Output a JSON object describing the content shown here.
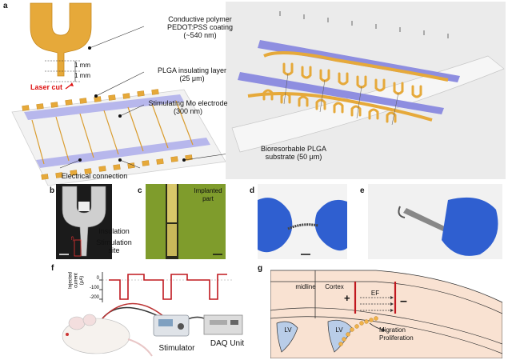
{
  "panels": {
    "a": {
      "letter": "a",
      "dims": [
        "1 mm",
        "1 mm"
      ],
      "laser_cut": "Laser cut",
      "labels": {
        "pedot": [
          "Conductive polymer",
          "PEDOT:PSS coating",
          "(~540 nm)"
        ],
        "plga_ins": [
          "PLGA insulating layer",
          "(25 μm)"
        ],
        "mo": [
          "Stimulating Mo electrode",
          "(300 nm)"
        ],
        "substrate": [
          "Bioresorbable PLGA",
          "substrate (50 μm)"
        ],
        "electrical": "Electrical connection"
      }
    },
    "b": {
      "letter": "b",
      "insulation": "Insulation",
      "stim_site": [
        "Stimulation",
        "site"
      ],
      "inset_mark": "f)"
    },
    "c": {
      "letter": "c",
      "implanted": [
        "Implanted",
        "part"
      ]
    },
    "d": {
      "letter": "d"
    },
    "e": {
      "letter": "e"
    },
    "f": {
      "letter": "f",
      "ylabel": [
        "Injected",
        "current (μA)"
      ],
      "yticks": [
        "0",
        "-100",
        "-200"
      ],
      "stimulator": "Stimulator",
      "daq": "DAQ Unit"
    },
    "g": {
      "letter": "g",
      "midline": "midline",
      "cortex": "Cortex",
      "ef": "EF",
      "lv": [
        "LV",
        "LV"
      ],
      "migration": [
        "Migration",
        "Proliferation"
      ],
      "plus": "+",
      "minus": "–"
    }
  },
  "colors": {
    "gold": "#e6a93a",
    "plga_blue": "#8e8ee0",
    "photo_dark": "#1b1b1b",
    "glove_blue": "#2f5fd0",
    "green_photo": "#7f9c2c",
    "brain_pink": "#f9e2d2",
    "trace_red": "#c0181f"
  }
}
